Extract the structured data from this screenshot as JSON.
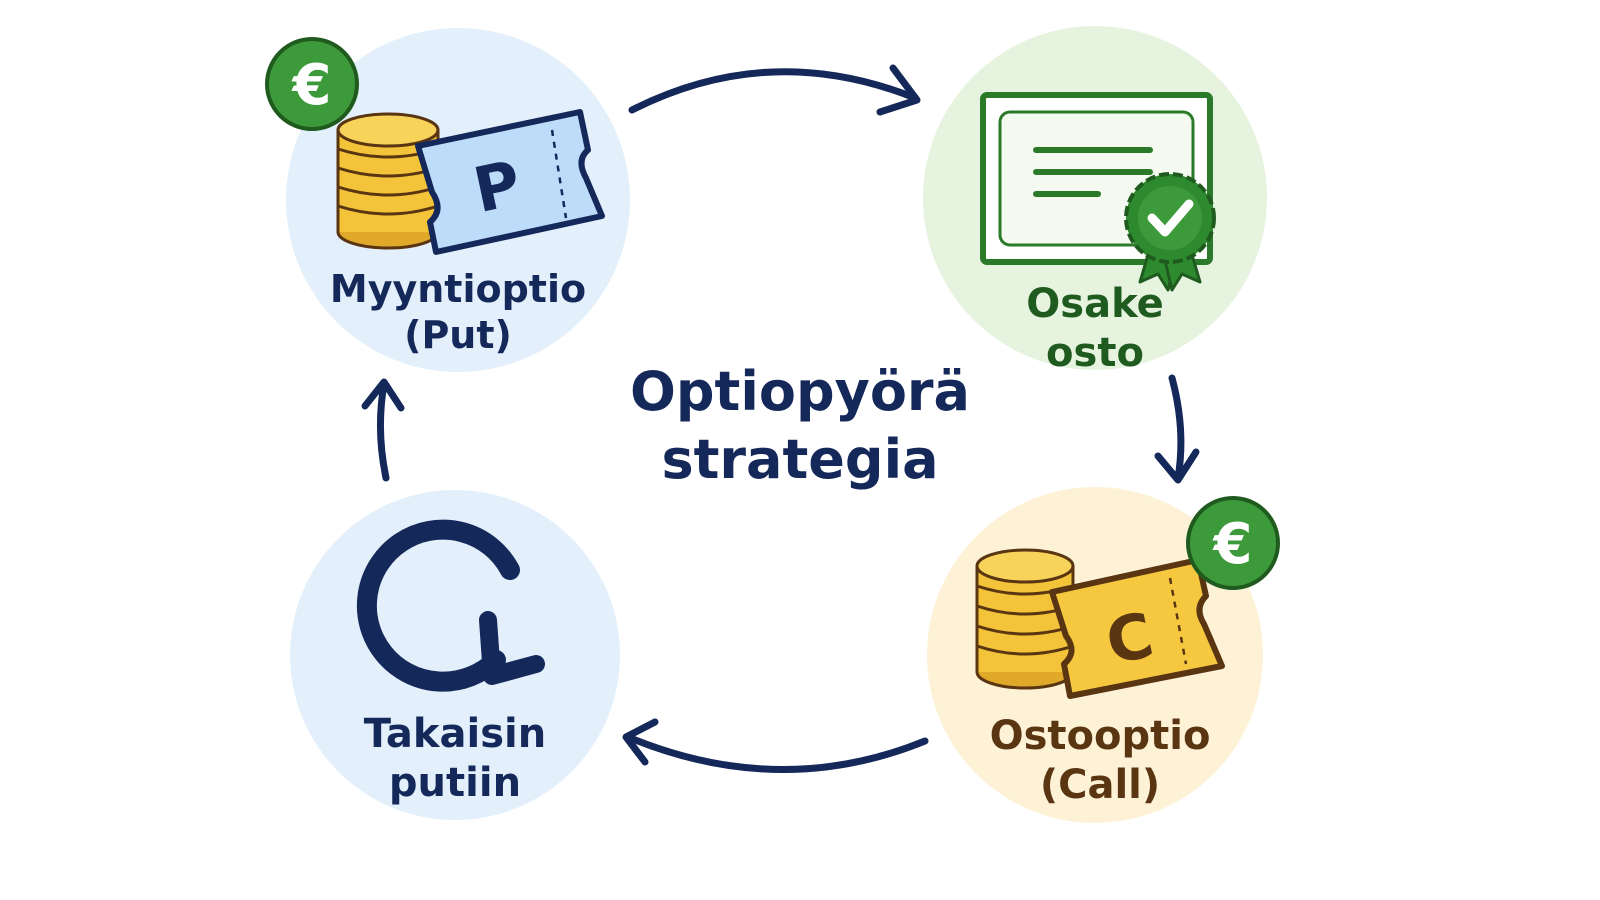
{
  "title": {
    "line1": "Optiopyörä",
    "line2": "strategia"
  },
  "steps": [
    {
      "id": "put",
      "line1": "Myyntioptio",
      "line2": "(Put)",
      "ticket_letter": "P",
      "badge": "€"
    },
    {
      "id": "stock",
      "line1": "Osake",
      "line2": "osto"
    },
    {
      "id": "call",
      "line1": "Ostooptio",
      "line2": "(Call)",
      "ticket_letter": "C",
      "badge": "€"
    },
    {
      "id": "repeat",
      "line1": "Takaisin",
      "line2": "putiin"
    }
  ],
  "colors": {
    "navy": "#15285a",
    "put_bg": "#e3effb",
    "stock_bg": "#e6f3df",
    "call_bg": "#fdf2d6",
    "repeat_bg": "#e3effb",
    "coin": "#f3c33a",
    "euro_badge": "#3d9a3a"
  }
}
